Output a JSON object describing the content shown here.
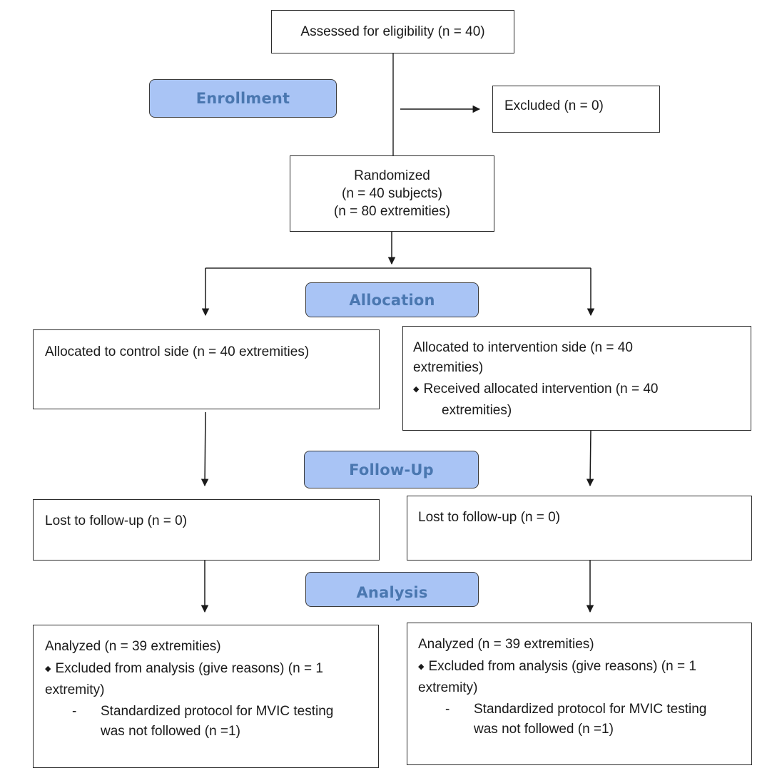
{
  "stages": {
    "enrollment": "Enrollment",
    "allocation": "Allocation",
    "follow_up": "Follow-Up",
    "analysis": "Analysis"
  },
  "boxes": {
    "assessed": "Assessed for eligibility (n = 40)",
    "excluded": "Excluded (n = 0)",
    "randomized": {
      "line1": "Randomized",
      "line2": "(n = 40 subjects)",
      "line3": "(n = 80 extremities)"
    },
    "alloc_control": "Allocated to control side (n = 40 extremities)",
    "alloc_intervention": {
      "line1": "Allocated to intervention side (n = 40",
      "line2": "extremities)",
      "bullet": "Received allocated intervention (n = 40",
      "bullet_cont": "extremities)"
    },
    "lost_left": "Lost to follow-up (n = 0)",
    "lost_right": "Lost to follow-up (n = 0)",
    "analyzed_left": {
      "line1": "Analyzed (n = 39 extremities)",
      "bullet": "Excluded from analysis (give reasons) (n = 1",
      "bullet_cont": "extremity)",
      "dash": "-",
      "sub1": "Standardized protocol for MVIC testing",
      "sub2": "was not followed (n =1)"
    },
    "analyzed_right": {
      "line1": "Analyzed (n = 39 extremities)",
      "bullet": "Excluded from analysis (give reasons) (n = 1",
      "bullet_cont": "extremity)",
      "dash": "-",
      "sub1": "Standardized protocol for MVIC testing",
      "sub2": "was not followed (n =1)"
    }
  },
  "icons": {
    "bullet": "diamond-bullet-icon"
  },
  "colors": {
    "stage_fill": "#a9c4f5",
    "stage_text": "#4a77b0",
    "line": "#2b2b2b"
  }
}
